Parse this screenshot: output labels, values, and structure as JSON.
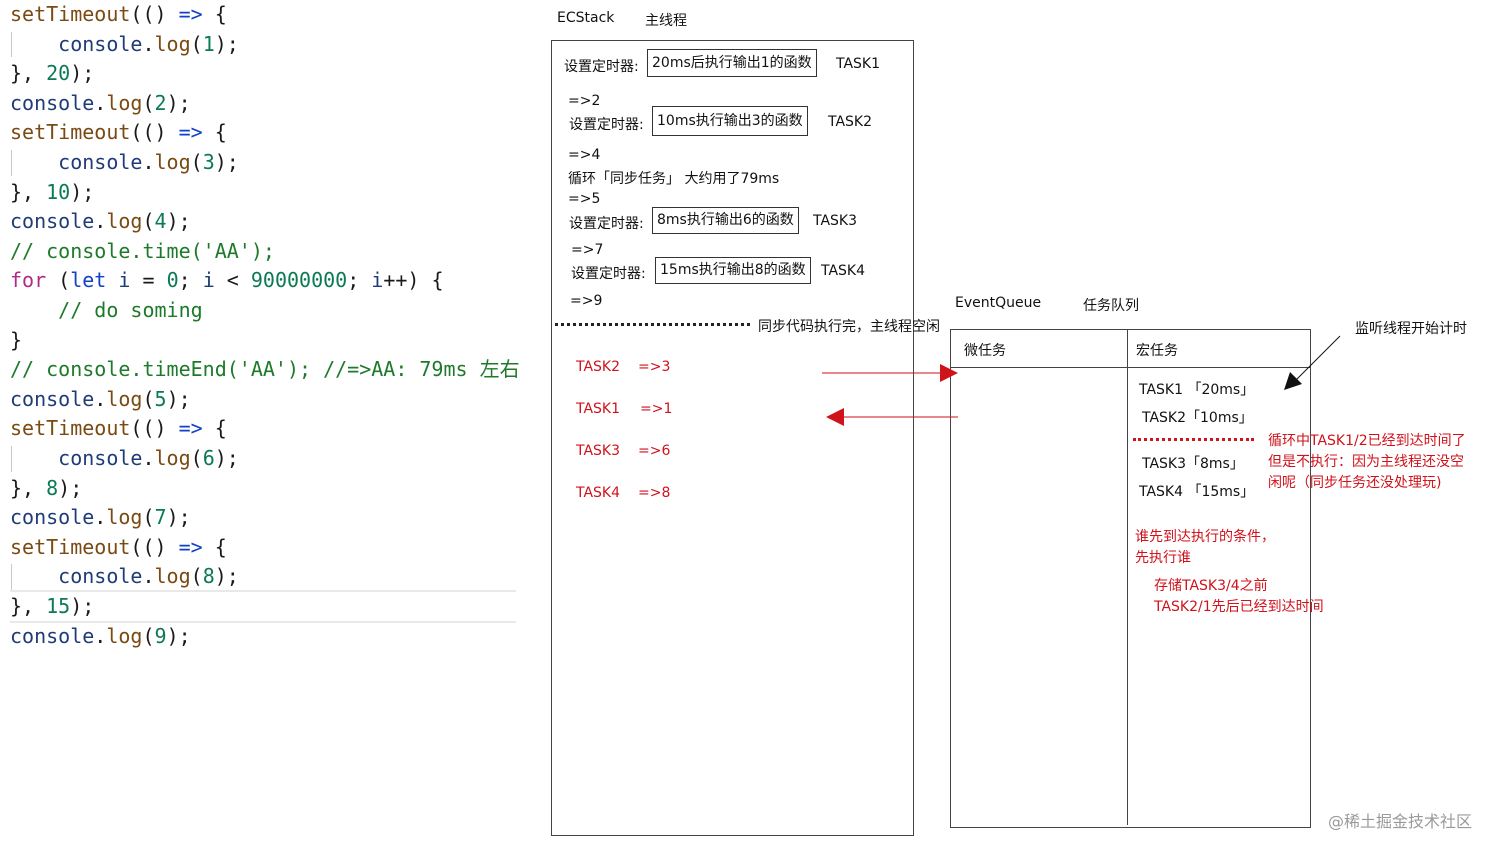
{
  "code": {
    "lines": [
      {
        "parts": [
          {
            "t": "setTimeout",
            "c": "fn"
          },
          {
            "t": "(() ",
            "c": ""
          },
          {
            "t": "=>",
            "c": "op"
          },
          {
            "t": " {",
            "c": ""
          }
        ]
      },
      {
        "parts": [
          {
            "t": "    ",
            "c": ""
          },
          {
            "t": "console",
            "c": "obj"
          },
          {
            "t": ".",
            "c": ""
          },
          {
            "t": "log",
            "c": "fn"
          },
          {
            "t": "(",
            "c": ""
          },
          {
            "t": "1",
            "c": "num"
          },
          {
            "t": ");",
            "c": ""
          }
        ]
      },
      {
        "parts": [
          {
            "t": "}, ",
            "c": ""
          },
          {
            "t": "20",
            "c": "num"
          },
          {
            "t": ");",
            "c": ""
          }
        ]
      },
      {
        "parts": [
          {
            "t": "console",
            "c": "obj"
          },
          {
            "t": ".",
            "c": ""
          },
          {
            "t": "log",
            "c": "fn"
          },
          {
            "t": "(",
            "c": ""
          },
          {
            "t": "2",
            "c": "num"
          },
          {
            "t": ");",
            "c": ""
          }
        ]
      },
      {
        "parts": [
          {
            "t": "setTimeout",
            "c": "fn"
          },
          {
            "t": "(() ",
            "c": ""
          },
          {
            "t": "=>",
            "c": "op"
          },
          {
            "t": " {",
            "c": ""
          }
        ]
      },
      {
        "parts": [
          {
            "t": "    ",
            "c": ""
          },
          {
            "t": "console",
            "c": "obj"
          },
          {
            "t": ".",
            "c": ""
          },
          {
            "t": "log",
            "c": "fn"
          },
          {
            "t": "(",
            "c": ""
          },
          {
            "t": "3",
            "c": "num"
          },
          {
            "t": ");",
            "c": ""
          }
        ]
      },
      {
        "parts": [
          {
            "t": "}, ",
            "c": ""
          },
          {
            "t": "10",
            "c": "num"
          },
          {
            "t": ");",
            "c": ""
          }
        ]
      },
      {
        "parts": [
          {
            "t": "console",
            "c": "obj"
          },
          {
            "t": ".",
            "c": ""
          },
          {
            "t": "log",
            "c": "fn"
          },
          {
            "t": "(",
            "c": ""
          },
          {
            "t": "4",
            "c": "num"
          },
          {
            "t": ");",
            "c": ""
          }
        ]
      },
      {
        "parts": [
          {
            "t": "// console.time(",
            "c": "com"
          },
          {
            "t": "'AA'",
            "c": "com"
          },
          {
            "t": ");",
            "c": "com"
          }
        ]
      },
      {
        "parts": [
          {
            "t": "for",
            "c": "kw"
          },
          {
            "t": " (",
            "c": ""
          },
          {
            "t": "let",
            "c": "op"
          },
          {
            "t": " ",
            "c": ""
          },
          {
            "t": "i",
            "c": "ind"
          },
          {
            "t": " = ",
            "c": ""
          },
          {
            "t": "0",
            "c": "num"
          },
          {
            "t": "; ",
            "c": ""
          },
          {
            "t": "i",
            "c": "ind"
          },
          {
            "t": " < ",
            "c": ""
          },
          {
            "t": "90000000",
            "c": "num"
          },
          {
            "t": "; ",
            "c": ""
          },
          {
            "t": "i",
            "c": "ind"
          },
          {
            "t": "++) {",
            "c": ""
          }
        ]
      },
      {
        "parts": [
          {
            "t": "    // do soming",
            "c": "com"
          }
        ]
      },
      {
        "parts": [
          {
            "t": "}",
            "c": ""
          }
        ]
      },
      {
        "parts": [
          {
            "t": "// console.timeEnd('AA'); //=>AA: 79ms 左右",
            "c": "com"
          }
        ]
      },
      {
        "parts": [
          {
            "t": "console",
            "c": "obj"
          },
          {
            "t": ".",
            "c": ""
          },
          {
            "t": "log",
            "c": "fn"
          },
          {
            "t": "(",
            "c": ""
          },
          {
            "t": "5",
            "c": "num"
          },
          {
            "t": ");",
            "c": ""
          }
        ]
      },
      {
        "parts": [
          {
            "t": "setTimeout",
            "c": "fn"
          },
          {
            "t": "(() ",
            "c": ""
          },
          {
            "t": "=>",
            "c": "op"
          },
          {
            "t": " {",
            "c": ""
          }
        ]
      },
      {
        "parts": [
          {
            "t": "    ",
            "c": ""
          },
          {
            "t": "console",
            "c": "obj"
          },
          {
            "t": ".",
            "c": ""
          },
          {
            "t": "log",
            "c": "fn"
          },
          {
            "t": "(",
            "c": ""
          },
          {
            "t": "6",
            "c": "num"
          },
          {
            "t": ");",
            "c": ""
          }
        ]
      },
      {
        "parts": [
          {
            "t": "}, ",
            "c": ""
          },
          {
            "t": "8",
            "c": "num"
          },
          {
            "t": ");",
            "c": ""
          }
        ]
      },
      {
        "parts": [
          {
            "t": "console",
            "c": "obj"
          },
          {
            "t": ".",
            "c": ""
          },
          {
            "t": "log",
            "c": "fn"
          },
          {
            "t": "(",
            "c": ""
          },
          {
            "t": "7",
            "c": "num"
          },
          {
            "t": ");",
            "c": ""
          }
        ]
      },
      {
        "parts": [
          {
            "t": "setTimeout",
            "c": "fn"
          },
          {
            "t": "(() ",
            "c": ""
          },
          {
            "t": "=>",
            "c": "op"
          },
          {
            "t": " {",
            "c": ""
          }
        ]
      },
      {
        "parts": [
          {
            "t": "    ",
            "c": ""
          },
          {
            "t": "console",
            "c": "obj"
          },
          {
            "t": ".",
            "c": ""
          },
          {
            "t": "log",
            "c": "fn"
          },
          {
            "t": "(",
            "c": ""
          },
          {
            "t": "8",
            "c": "num"
          },
          {
            "t": ");",
            "c": ""
          }
        ]
      },
      {
        "parts": [
          {
            "t": "}, ",
            "c": ""
          },
          {
            "t": "15",
            "c": "num"
          },
          {
            "t": ");",
            "c": ""
          }
        ]
      },
      {
        "parts": [
          {
            "t": "console",
            "c": "obj"
          },
          {
            "t": ".",
            "c": ""
          },
          {
            "t": "log",
            "c": "fn"
          },
          {
            "t": "(",
            "c": ""
          },
          {
            "t": "9",
            "c": "num"
          },
          {
            "t": ");",
            "c": ""
          }
        ]
      }
    ]
  },
  "ecstack": {
    "title": "ECStack",
    "subtitle": "主线程",
    "timer_label": "设置定时器:",
    "timer1_box": "20ms后执行输出1的函数",
    "timer1_task": "TASK1",
    "out2": "=>2",
    "timer2_box": "10ms执行输出3的函数",
    "timer2_task": "TASK2",
    "out4": "=>4",
    "loop_text": "循环「同步任务」 大约用了79ms",
    "out5": "=>5",
    "timer3_box": "8ms执行输出6的函数",
    "timer3_task": "TASK3",
    "out7": "=>7",
    "timer4_box": "15ms执行输出8的函数",
    "timer4_task": "TASK4",
    "out9": "=>9",
    "sync_done": "同步代码执行完，主线程空闲",
    "results": [
      {
        "task": "TASK2",
        "out": "=>3"
      },
      {
        "task": "TASK1",
        "out": "=>1"
      },
      {
        "task": "TASK3",
        "out": "=>6"
      },
      {
        "task": "TASK4",
        "out": "=>8"
      }
    ]
  },
  "eventqueue": {
    "title": "EventQueue",
    "subtitle": "任务队列",
    "micro": "微任务",
    "macro": "宏任务",
    "tasks": [
      "TASK1 「20ms」",
      "TASK2「10ms」",
      "TASK3「8ms」",
      "TASK4 「15ms」"
    ],
    "monitor": "监听线程开始计时",
    "note1": [
      "循环中TASK1/2已经到达时间了",
      "但是不执行：因为主线程还没空",
      "闲呢（同步任务还没处理玩)"
    ],
    "note2": [
      "谁先到达执行的条件，",
      "先执行谁"
    ],
    "note3": [
      "存储TASK3/4之前",
      "TASK2/1先后已经到达时间"
    ]
  },
  "colors": {
    "accent_red": "#d0121b"
  },
  "watermark": "@稀土掘金技术社区"
}
